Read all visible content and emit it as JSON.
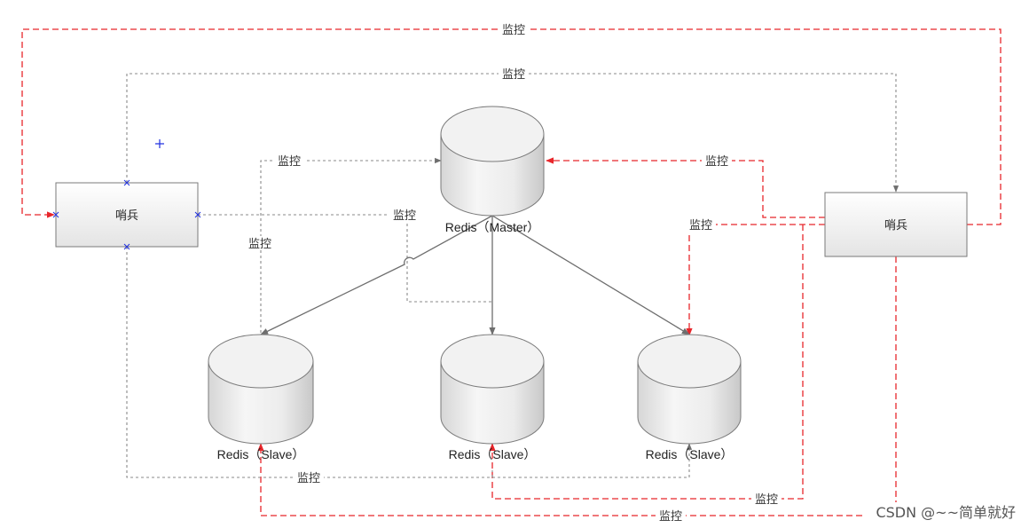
{
  "sentinels": {
    "left": {
      "label": "哨兵"
    },
    "right": {
      "label": "哨兵"
    }
  },
  "databases": {
    "master": {
      "label": "Redis（Master）"
    },
    "slave1": {
      "label": "Redis（Slave）"
    },
    "slave2": {
      "label": "Redis（Slave）"
    },
    "slave3": {
      "label": "Redis（Slave）"
    }
  },
  "edge_labels": {
    "top_red": "监控",
    "top_gray": "监控",
    "left_to_master": "监控",
    "left_to_slave1": "监控",
    "left_right_mid": "监控",
    "right_to_master": "监控",
    "right_to_slave3": "监控",
    "bottom_gray": "监控",
    "bottom_red_mid": "监控",
    "bottom_red_low": "监控"
  },
  "colors": {
    "red_line": "#e8262b",
    "gray_line": "#8a8a8a",
    "solid_line": "#6e6e6e",
    "box_border": "#7a7a7a",
    "anchor_blue": "#2030e0"
  },
  "watermark": "CSDN @~~简单就好"
}
